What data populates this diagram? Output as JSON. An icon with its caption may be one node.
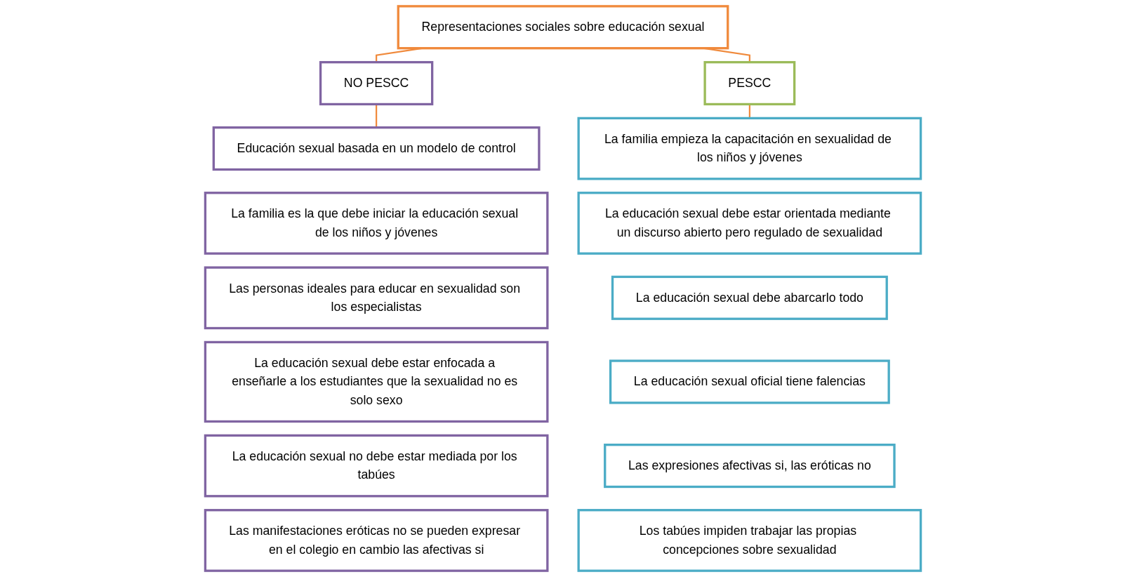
{
  "diagram": {
    "nodes": [
      {
        "text": [
          "Representaciones sociales sobre educación sexual"
        ]
      },
      {
        "text": [
          "NO PESCC"
        ]
      },
      {
        "text": [
          "PESCC"
        ]
      },
      {
        "text": [
          "Educación sexual basada en un modelo de control"
        ]
      },
      {
        "text": [
          "La familia es la que debe iniciar la educación sexual de los niños y jóvenes"
        ]
      },
      {
        "text": [
          "Las personas ideales para educar en sexualidad son los especialistas"
        ]
      },
      {
        "text": [
          "La educación sexual debe estar enfocada a enseñarle a los estudiantes que la sexualidad no es solo sexo"
        ]
      },
      {
        "text": [
          "La educación sexual no debe estar mediada por los tabúes"
        ]
      },
      {
        "text": [
          "Las manifestaciones eróticas no se pueden expresar en el colegio en cambio las afectivas si"
        ]
      },
      {
        "text": [
          "La familia empieza la capacitación en sexualidad de los niños y jóvenes"
        ]
      },
      {
        "text": [
          "La educación sexual debe estar orientada mediante un discurso abierto pero regulado de sexualidad"
        ]
      },
      {
        "text": [
          "La educación sexual debe abarcarlo todo"
        ]
      },
      {
        "text": [
          "La educación sexual oficial tiene falencias"
        ]
      },
      {
        "text": [
          "Las expresiones afectivas si, las eróticas no"
        ]
      },
      {
        "text": [
          "Los tabúes impiden trabajar las propias concepciones sobre sexualidad"
        ]
      }
    ],
    "edges": [
      {
        "from": 0,
        "to": 1,
        "arrow": "none"
      },
      {
        "from": 0,
        "to": 2,
        "arrow": "none"
      },
      {
        "from": 1,
        "to": 3,
        "arrow": "none"
      },
      {
        "from": 2,
        "to": 9,
        "arrow": "none"
      }
    ]
  }
}
